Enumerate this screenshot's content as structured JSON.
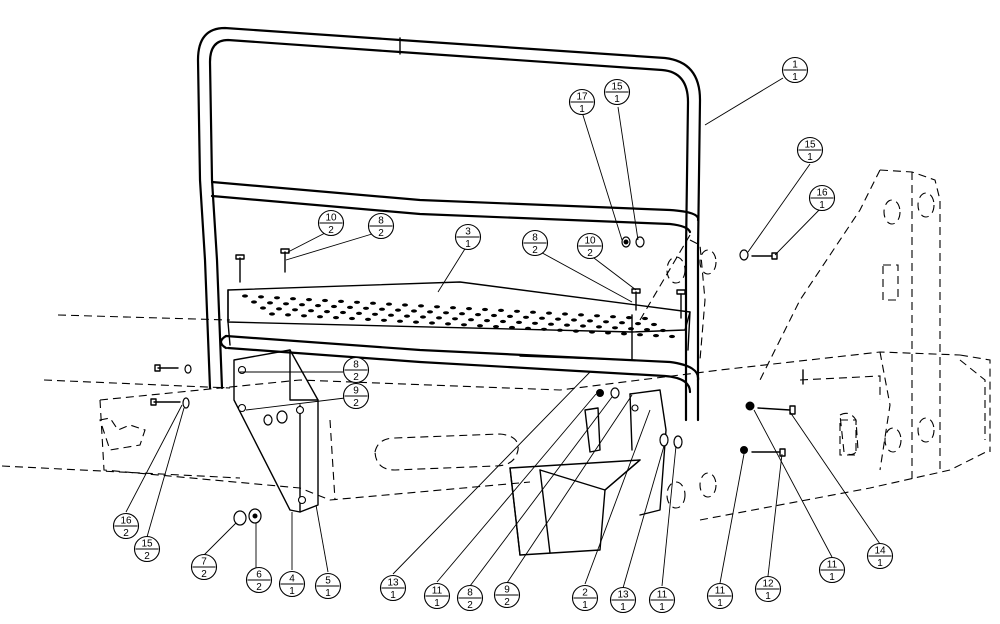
{
  "callouts": [
    {
      "id": "c1",
      "item": "1",
      "qty": "1"
    },
    {
      "id": "c2",
      "item": "15",
      "qty": "1"
    },
    {
      "id": "c3",
      "item": "17",
      "qty": "1"
    },
    {
      "id": "c4",
      "item": "15",
      "qty": "1"
    },
    {
      "id": "c5",
      "item": "16",
      "qty": "1"
    },
    {
      "id": "c6",
      "item": "10",
      "qty": "2"
    },
    {
      "id": "c7",
      "item": "8",
      "qty": "2"
    },
    {
      "id": "c8",
      "item": "3",
      "qty": "1"
    },
    {
      "id": "c9",
      "item": "8",
      "qty": "2"
    },
    {
      "id": "c10",
      "item": "10",
      "qty": "2"
    },
    {
      "id": "c11",
      "item": "8",
      "qty": "2"
    },
    {
      "id": "c12",
      "item": "9",
      "qty": "2"
    },
    {
      "id": "c13",
      "item": "16",
      "qty": "2"
    },
    {
      "id": "c14",
      "item": "15",
      "qty": "2"
    },
    {
      "id": "c15",
      "item": "7",
      "qty": "2"
    },
    {
      "id": "c16",
      "item": "6",
      "qty": "2"
    },
    {
      "id": "c17",
      "item": "4",
      "qty": "1"
    },
    {
      "id": "c18",
      "item": "5",
      "qty": "1"
    },
    {
      "id": "c19",
      "item": "13",
      "qty": "1"
    },
    {
      "id": "c20",
      "item": "11",
      "qty": "1"
    },
    {
      "id": "c21",
      "item": "8",
      "qty": "2"
    },
    {
      "id": "c22",
      "item": "9",
      "qty": "2"
    },
    {
      "id": "c23",
      "item": "2",
      "qty": "1"
    },
    {
      "id": "c24",
      "item": "13",
      "qty": "1"
    },
    {
      "id": "c25",
      "item": "11",
      "qty": "1"
    },
    {
      "id": "c26",
      "item": "11",
      "qty": "1"
    },
    {
      "id": "c27",
      "item": "12",
      "qty": "1"
    },
    {
      "id": "c28",
      "item": "11",
      "qty": "1"
    },
    {
      "id": "c29",
      "item": "14",
      "qty": "1"
    }
  ]
}
